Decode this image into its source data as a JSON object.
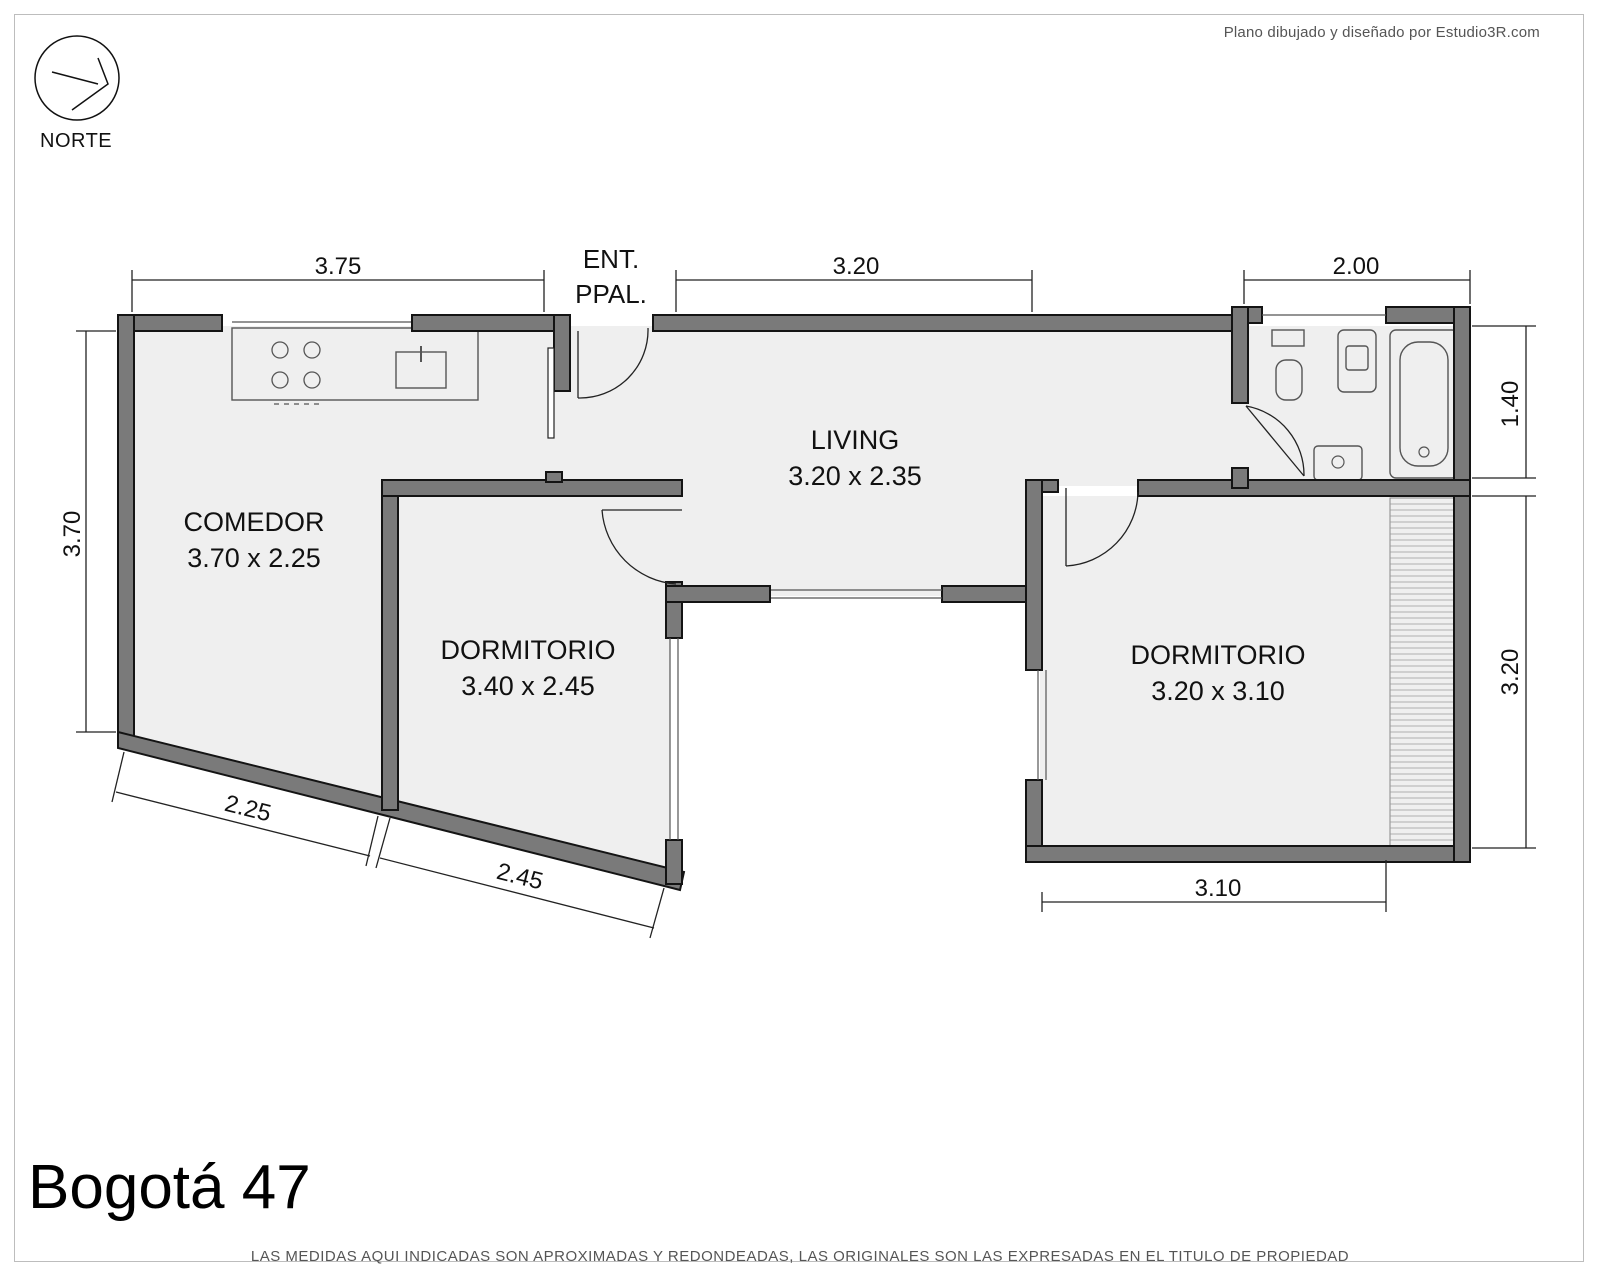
{
  "credit": "Plano dibujado y diseñado por Estudio3R.com",
  "compass": {
    "label": "NORTE"
  },
  "property_title": "Bogotá 47",
  "disclaimer": "LAS MEDIDAS AQUI INDICADAS SON APROXIMADAS Y REDONDEADAS, LAS ORIGINALES SON LAS EXPRESADAS EN EL TITULO DE PROPIEDAD",
  "entrance": {
    "line1": "ENT.",
    "line2": "PPAL."
  },
  "rooms": {
    "comedor": {
      "name": "COMEDOR",
      "size": "3.70 x 2.25"
    },
    "living": {
      "name": "LIVING",
      "size": "3.20 x 2.35"
    },
    "dormitorio_1": {
      "name": "DORMITORIO",
      "size": "3.40 x 2.45"
    },
    "dormitorio_2": {
      "name": "DORMITORIO",
      "size": "3.20 x 3.10"
    }
  },
  "dimensions": {
    "top_comedor": "3.75",
    "top_living": "3.20",
    "top_bath": "2.00",
    "left_height": "3.70",
    "bath_height": "1.40",
    "bedroom_height": "3.20",
    "bottom_comedor": "2.25",
    "bottom_dormitorio": "2.45",
    "bottom_bedroom": "3.10"
  },
  "colors": {
    "wall": "#7a7a7a",
    "floor": "#efefef",
    "line": "#141414"
  }
}
